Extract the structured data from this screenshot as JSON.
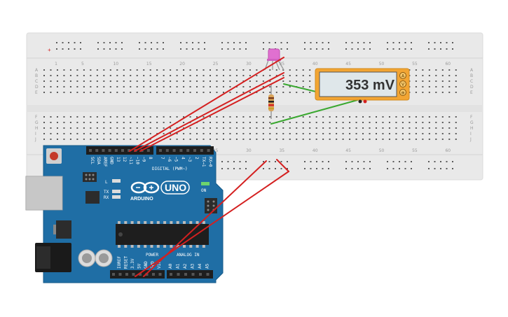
{
  "breadboard": {
    "column_numbers": [
      "1",
      "5",
      "10",
      "15",
      "20",
      "25",
      "30",
      "35",
      "40",
      "45",
      "50",
      "55",
      "60"
    ],
    "row_letters_top": [
      "A",
      "B",
      "C",
      "D",
      "E"
    ],
    "row_letters_bottom": [
      "F",
      "G",
      "H",
      "I",
      "J"
    ]
  },
  "multimeter": {
    "reading": "353 mV",
    "terminals": [
      "A",
      "V",
      "⊕"
    ]
  },
  "arduino": {
    "model": "UNO",
    "brand": "ARDUINO",
    "digital_header_label": "DIGITAL (PWM~)",
    "power_header_label": "POWER",
    "analog_header_label": "ANALOG IN",
    "on_label": "ON",
    "tx_label": "TX",
    "rx_label": "RX",
    "l_label": "L",
    "top_pins": [
      "SCL",
      "SDA",
      "AREF",
      "GND",
      "13",
      "12",
      "~11",
      "~10",
      "~9",
      "8",
      "7",
      "~6",
      "~5",
      "4",
      "~3",
      "2",
      "TX→1",
      "RX←0"
    ],
    "power_pins": [
      "IOREF",
      "RESET",
      "3.3V",
      "5V",
      "GND",
      "GND",
      "Vin"
    ],
    "analog_pins": [
      "A0",
      "A1",
      "A2",
      "A3",
      "A4",
      "A5"
    ]
  },
  "colors": {
    "wire_red": "#d42020",
    "wire_green": "#3aa830",
    "arduino_blue": "#1f6ea5",
    "meter_orange": "#f2a533",
    "led_pink": "#e070d0"
  }
}
